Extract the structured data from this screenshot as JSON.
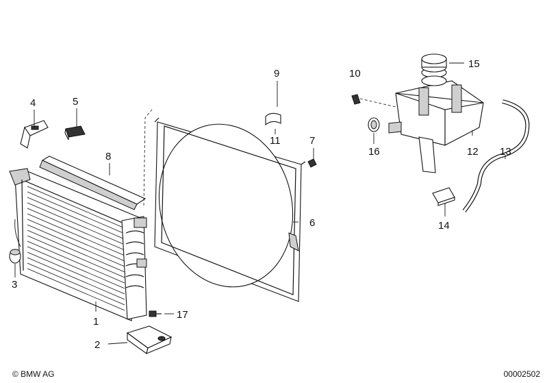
{
  "callouts": [
    {
      "id": "1",
      "label": "1"
    },
    {
      "id": "2",
      "label": "2"
    },
    {
      "id": "3",
      "label": "3"
    },
    {
      "id": "4",
      "label": "4"
    },
    {
      "id": "5",
      "label": "5"
    },
    {
      "id": "6",
      "label": "6"
    },
    {
      "id": "7",
      "label": "7"
    },
    {
      "id": "8",
      "label": "8"
    },
    {
      "id": "9",
      "label": "9"
    },
    {
      "id": "10",
      "label": "10"
    },
    {
      "id": "11",
      "label": "11"
    },
    {
      "id": "12",
      "label": "12"
    },
    {
      "id": "13",
      "label": "13"
    },
    {
      "id": "14",
      "label": "14"
    },
    {
      "id": "15",
      "label": "15"
    },
    {
      "id": "16",
      "label": "16"
    },
    {
      "id": "17",
      "label": "17"
    }
  ],
  "footer": {
    "copyright": "© BMW AG",
    "document_id": "00002502"
  }
}
